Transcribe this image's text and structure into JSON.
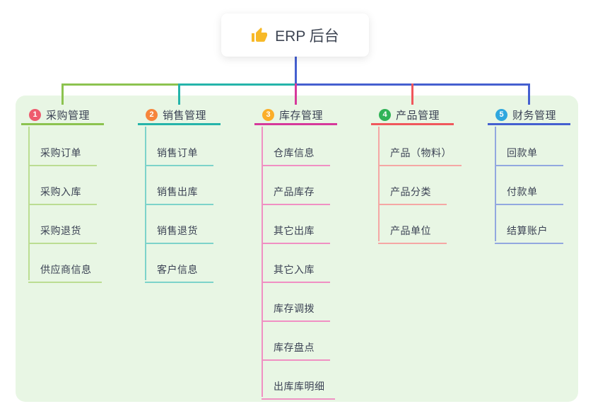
{
  "root": {
    "label": "ERP 后台",
    "icon": "thumbs-up-icon",
    "icon_color": "#F7B928",
    "connector_color": "#4560D0"
  },
  "panel": {
    "background_color": "#E8F6E4",
    "text_color": "#3B4254"
  },
  "branches": [
    {
      "num": "1",
      "label": "采购管理",
      "badge_color": "#EE5B6E",
      "line_color": "#8CC34F",
      "child_line_color": "#BBDD92",
      "children": [
        "采购订单",
        "采购入库",
        "采购退货",
        "供应商信息"
      ]
    },
    {
      "num": "2",
      "label": "销售管理",
      "badge_color": "#F6853C",
      "line_color": "#25B4AA",
      "child_line_color": "#7DD3CA",
      "children": [
        "销售订单",
        "销售出库",
        "销售退货",
        "客户信息"
      ]
    },
    {
      "num": "3",
      "label": "库存管理",
      "badge_color": "#FBAE29",
      "line_color": "#D6399B",
      "child_line_color": "#F090C3",
      "children": [
        "仓库信息",
        "产品库存",
        "其它出库",
        "其它入库",
        "库存调拨",
        "库存盘点",
        "出库库明细"
      ]
    },
    {
      "num": "4",
      "label": "产品管理",
      "badge_color": "#31B357",
      "line_color": "#F0575C",
      "child_line_color": "#F5A7A4",
      "children": [
        "产品（物料）",
        "产品分类",
        "产品单位"
      ]
    },
    {
      "num": "5",
      "label": "财务管理",
      "badge_color": "#2FA7DE",
      "line_color": "#4560D0",
      "child_line_color": "#92A8DF",
      "children": [
        "回款单",
        "付款单",
        "结算账户"
      ]
    }
  ]
}
